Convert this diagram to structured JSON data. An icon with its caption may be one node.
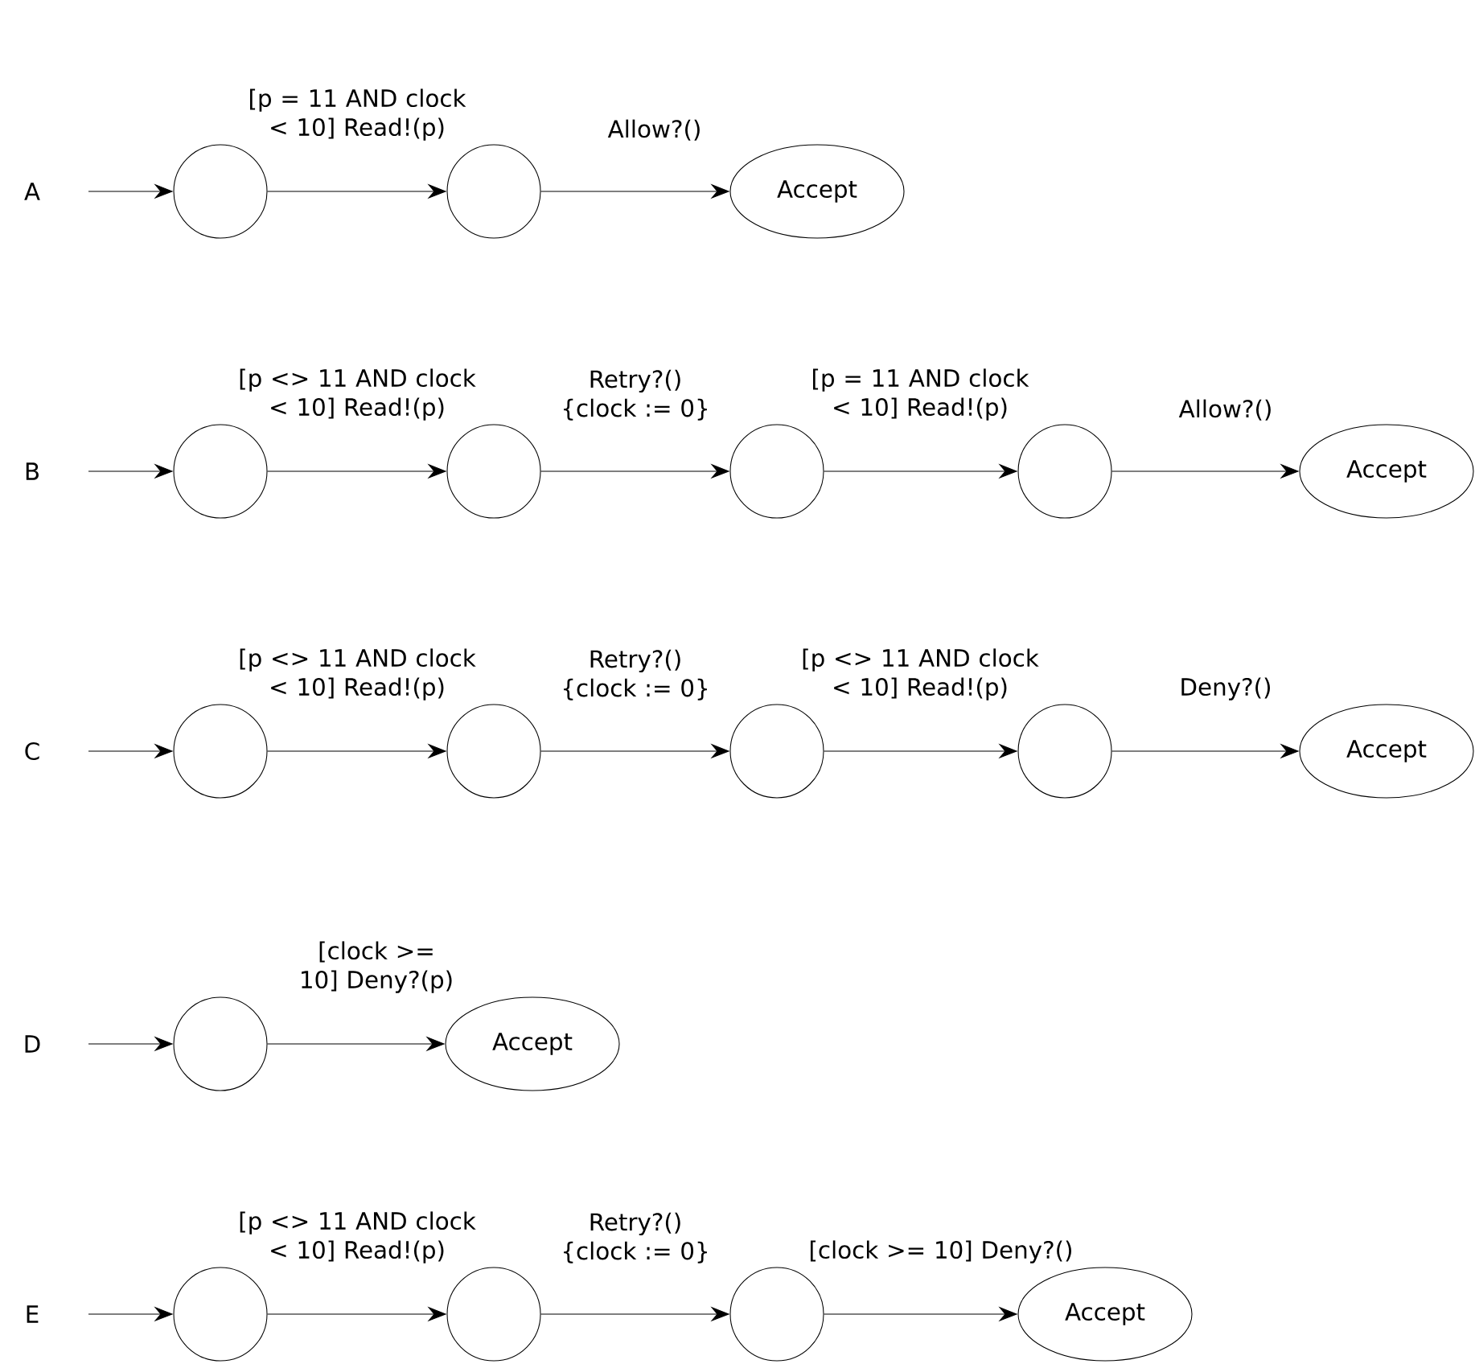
{
  "diagram": {
    "nodes": [
      {
        "text": [],
        "shape": "circle"
      },
      {
        "text": [],
        "shape": "circle"
      },
      {
        "text": [
          "Accept"
        ]
      },
      {
        "text": [],
        "shape": "circle"
      },
      {
        "text": [],
        "shape": "circle"
      },
      {
        "text": [],
        "shape": "circle"
      },
      {
        "text": [],
        "shape": "circle"
      },
      {
        "text": [
          "Accept"
        ]
      },
      {
        "text": [],
        "shape": "circle"
      },
      {
        "text": [],
        "shape": "circle"
      },
      {
        "text": [],
        "shape": "circle"
      },
      {
        "text": [],
        "shape": "circle"
      },
      {
        "text": [
          "Accept"
        ]
      },
      {
        "text": [],
        "shape": "circle"
      },
      {
        "text": [
          "Accept"
        ]
      },
      {
        "text": [],
        "shape": "circle"
      },
      {
        "text": [],
        "shape": "circle"
      },
      {
        "text": [],
        "shape": "circle"
      },
      {
        "text": [
          "Accept"
        ]
      }
    ],
    "edges": [
      {
        "from": null,
        "to": 0,
        "arrow": "to"
      },
      {
        "from": 0,
        "to": 1,
        "arrow": "to",
        "label": "[p = 11 AND clock < 10] Read!(p)"
      },
      {
        "from": 1,
        "to": 2,
        "arrow": "to",
        "label": "Allow?()"
      },
      {
        "from": null,
        "to": 3,
        "arrow": "to"
      },
      {
        "from": 3,
        "to": 4,
        "arrow": "to",
        "label": "[p <> 11 AND clock < 10] Read!(p)"
      },
      {
        "from": 4,
        "to": 5,
        "arrow": "to",
        "label": "Retry?() {clock := 0}"
      },
      {
        "from": 5,
        "to": 6,
        "arrow": "to",
        "label": "[p = 11 AND clock < 10] Read!(p)"
      },
      {
        "from": 6,
        "to": 7,
        "arrow": "to",
        "label": "Allow?()"
      },
      {
        "from": null,
        "to": 8,
        "arrow": "to"
      },
      {
        "from": 8,
        "to": 9,
        "arrow": "to",
        "label": "[p <> 11 AND clock < 10] Read!(p)"
      },
      {
        "from": 9,
        "to": 10,
        "arrow": "to",
        "label": "Retry?() {clock := 0}"
      },
      {
        "from": 10,
        "to": 11,
        "arrow": "to",
        "label": "[p <> 11 AND clock < 10] Read!(p)"
      },
      {
        "from": 11,
        "to": 12,
        "arrow": "to",
        "label": "Deny?()"
      },
      {
        "from": null,
        "to": 13,
        "arrow": "to"
      },
      {
        "from": 13,
        "to": 14,
        "arrow": "to",
        "label": "[clock >= 10] Deny?(p)"
      },
      {
        "from": null,
        "to": 15,
        "arrow": "to"
      },
      {
        "from": 15,
        "to": 16,
        "arrow": "to",
        "label": "[p <> 11 AND clock < 10] Read!(p)"
      },
      {
        "from": 16,
        "to": 17,
        "arrow": "to",
        "label": "Retry?() {clock := 0}"
      },
      {
        "from": 17,
        "to": 18,
        "arrow": "to",
        "label": "[clock >= 10] Deny?()"
      }
    ],
    "labels": [
      "A",
      "B",
      "C",
      "D",
      "E"
    ]
  }
}
